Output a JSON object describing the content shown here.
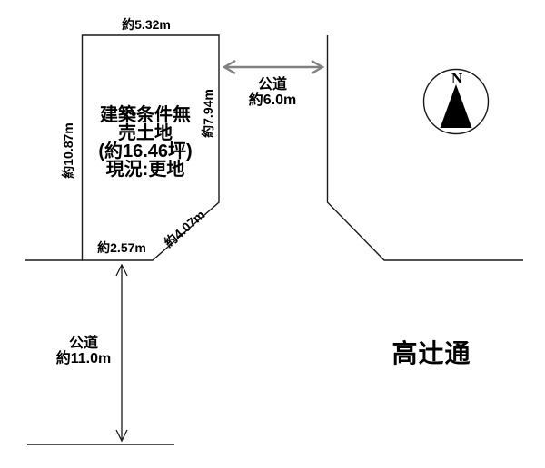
{
  "parcel": {
    "lines": [
      "建築条件無",
      "売土地",
      "(約16.46坪)",
      "現況:更地"
    ],
    "dimensions": {
      "top": "約5.32m",
      "left": "約10.87m",
      "right": "約7.94m",
      "diagonal": "約4.07m",
      "bottom": "約2.57m"
    }
  },
  "roads": {
    "east": {
      "label": "公道",
      "width": "約6.0m"
    },
    "south": {
      "label": "公道",
      "width": "約11.0m"
    }
  },
  "street_name": "高辻通",
  "compass": {
    "north": "N"
  },
  "colors": {
    "line": "#1a1a1a",
    "arrow_gray": "#808080",
    "text": "#000000",
    "background": "#ffffff"
  }
}
